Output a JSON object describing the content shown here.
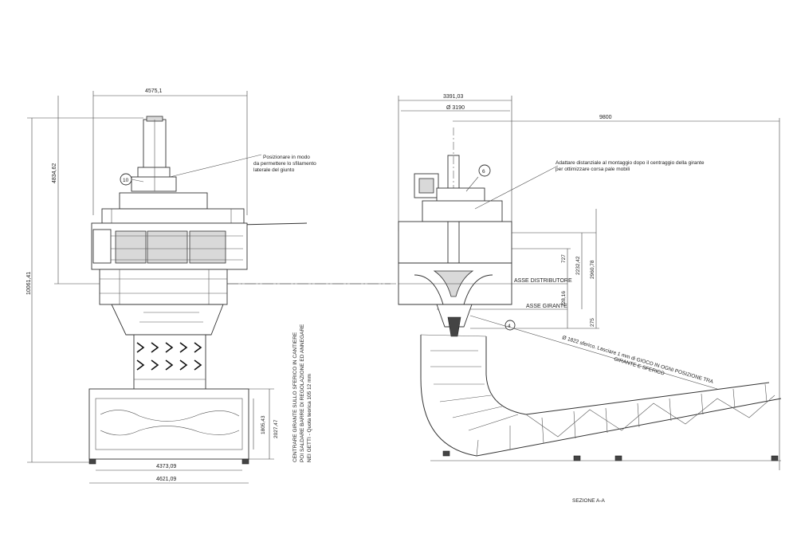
{
  "front_view": {
    "dim_total_height": "10061,41",
    "dim_upper_height": "4834,62",
    "dim_top_width": "4575,1",
    "dim_base_width_inner": "4373,09",
    "dim_base_width_outer": "4621,09",
    "dim_box_height_inner": "1805,43",
    "dim_box_height_outer": "2027,47",
    "callout_number": "10",
    "note_lines": [
      "Posizionare in modo",
      "da permettere lo sfilamento",
      "laterale del giunto"
    ],
    "vertical_note_lines": [
      "CENTRARE GIRANTE SULLO SFERICO IN CANTIERE",
      "POI SALDARE BARRE DI REGOLAZIONE ED ANNEGARE",
      "NEI GETTI - Quota teorica 105 12 mm"
    ]
  },
  "section_view": {
    "dim_top_width": "3391,03",
    "dim_diameter": "Ø 3190",
    "dim_length": "9800",
    "dim_a": "727",
    "dim_b": "2232,42",
    "dim_c": "2960,78",
    "dim_d": "728,16",
    "dim_e": "275",
    "label_distributor_axis": "ASSE DISTRIBUTORE",
    "label_runner_axis": "ASSE GIRANTE",
    "callout_number": "6",
    "callout_number_2": "4",
    "note_lines": [
      "Adattare distanziale al montaggio dopo il centraggio della girante",
      "per ottimizzare corsa pale mobili"
    ],
    "diag_note_lines": [
      "Ø 1822 sferico. Lasciare 1 mm di GIOCO IN OGNI POSIZIONE TRA",
      "GIRANTE E SFERICO"
    ],
    "section_title": "SEZIONE A-A"
  }
}
